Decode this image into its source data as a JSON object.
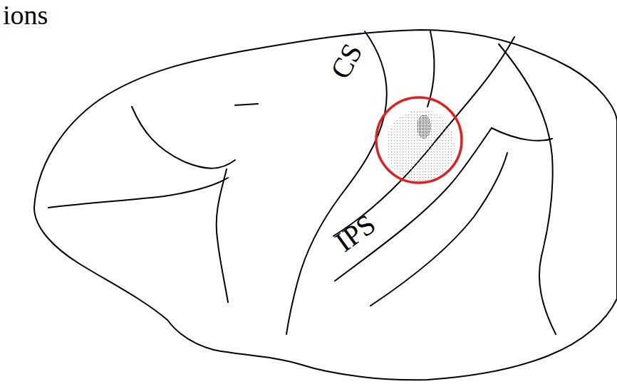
{
  "diagram": {
    "labels": [
      "ions",
      "CS",
      "IPS"
    ]
  }
}
